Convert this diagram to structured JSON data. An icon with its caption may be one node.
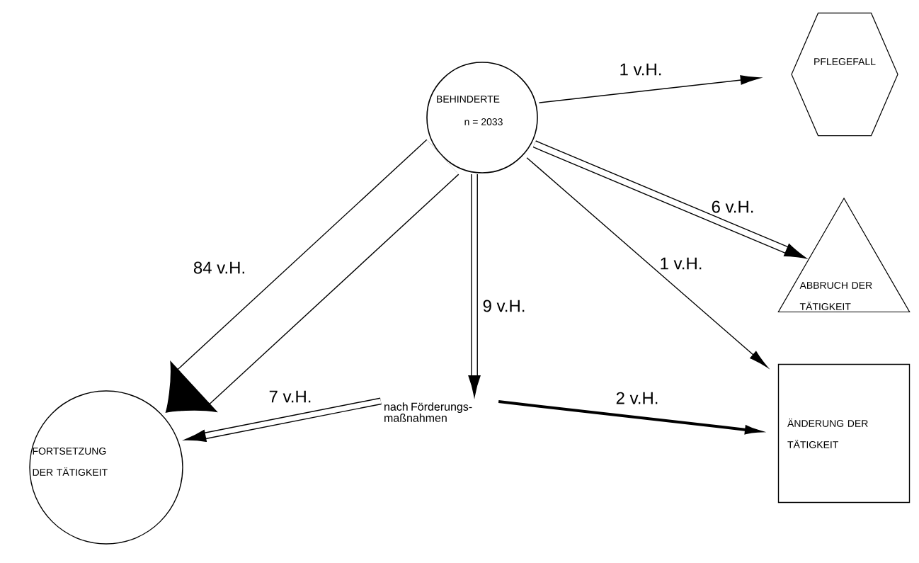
{
  "diagram": {
    "nodes": [
      {
        "text": [
          "BEHINDERTE",
          "n = 2033"
        ]
      },
      {
        "text": [
          "PFLEGEFALL"
        ]
      },
      {
        "text": [
          "ABBRUCH DER TÄTIGKEIT"
        ]
      },
      {
        "text": [
          "ÄNDERUNG DER TÄTIGKEIT"
        ]
      },
      {
        "text": [
          "FORTSETZUNG DER TÄTIGKEIT"
        ]
      },
      {
        "text": [
          "nach Förderungs- maßnahmen"
        ]
      }
    ],
    "edges": [
      {
        "from": 0,
        "to": 1,
        "arrow": "to",
        "label": "1 v.H."
      },
      {
        "from": 0,
        "to": 2,
        "arrow": "to",
        "label": "6  v.H."
      },
      {
        "from": 0,
        "to": 3,
        "arrow": "to",
        "label": "1 v.H."
      },
      {
        "from": 0,
        "to": 4,
        "arrow": "to",
        "label": "84 v.H.",
        "style": "thick"
      },
      {
        "from": 0,
        "to": 5,
        "arrow": "to",
        "label": "9 v.H."
      },
      {
        "from": 5,
        "to": 4,
        "arrow": "to",
        "label": "7 v.H."
      },
      {
        "from": 5,
        "to": 3,
        "arrow": "to",
        "label": "2 v.H."
      }
    ]
  }
}
